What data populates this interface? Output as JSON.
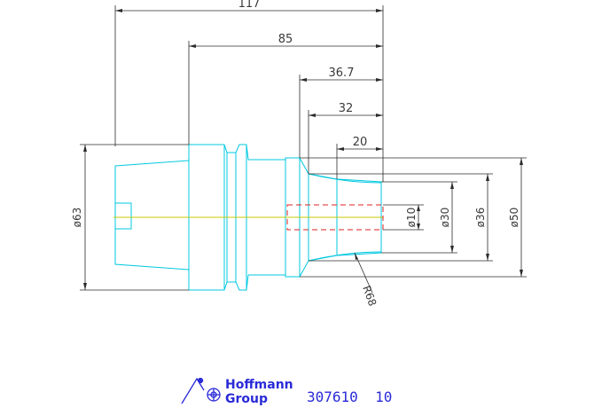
{
  "drawing": {
    "dimensions": {
      "length_overall": "117",
      "length_85": "85",
      "length_36_7": "36.7",
      "length_32": "32",
      "length_20": "20",
      "dia_63": "ø63",
      "dia_10": "ø10",
      "dia_30": "ø30",
      "dia_36": "ø36",
      "dia_50": "ø50",
      "radius": "R68"
    },
    "colors": {
      "outline": "#00c8e0",
      "dimension": "#2b2b2b",
      "centerline": "#c8c800",
      "hidden": "#e02020",
      "brand": "#2a2ad8"
    }
  },
  "footer": {
    "brand_line1": "Hoffmann",
    "brand_line2": "Group",
    "code": "307610  10",
    "logo_icon": "hoffmann-group-logo-icon"
  }
}
